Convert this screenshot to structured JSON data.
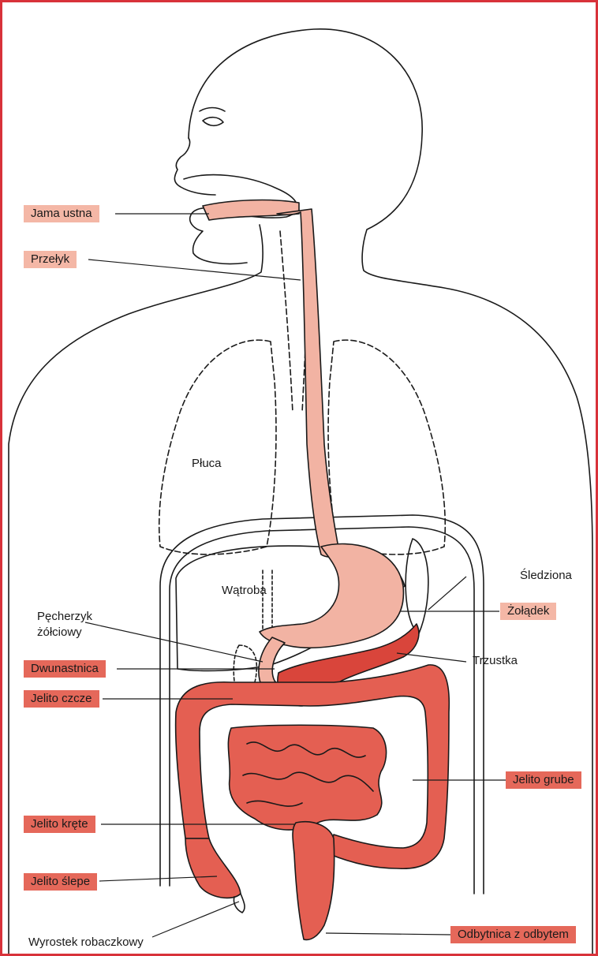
{
  "colors": {
    "frame": "#d8323a",
    "label_light": "#f4b7a6",
    "label_dark": "#e5685a",
    "upper_tract": "#f2b3a3",
    "intestine": "#e45f52",
    "pancreas": "#d9453b",
    "outline": "#1a1a1a"
  },
  "labels": {
    "jama_ustna": "Jama ustna",
    "przelyk": "Przełyk",
    "pluca": "Płuca",
    "watroba": "Wątroba",
    "sledziona": "Śledziona",
    "zoladek": "Żołądek",
    "pecherzyk_line1": "Pęcherzyk",
    "pecherzyk_line2": "żółciowy",
    "trzustka": "Trzustka",
    "dwunastnica": "Dwunastnica",
    "jelito_czcze": "Jelito czcze",
    "jelito_grube": "Jelito grube",
    "jelito_krete": "Jelito kręte",
    "jelito_slepe": "Jelito ślepe",
    "wyrostek": "Wyrostek robaczkowy",
    "odbytnica": "Odbytnica z odbytem"
  }
}
